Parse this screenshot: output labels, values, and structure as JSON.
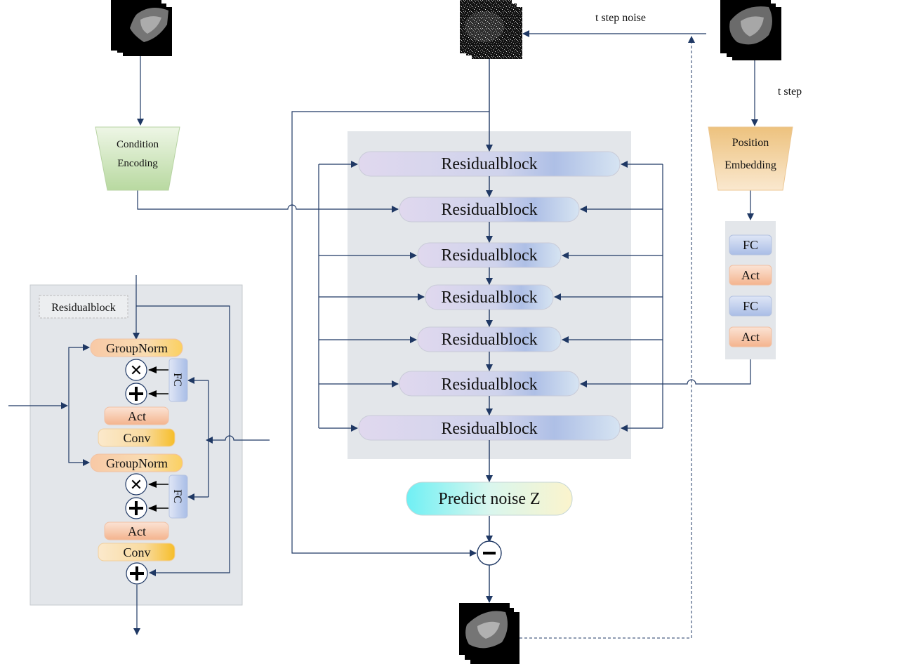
{
  "labels": {
    "t_step_noise": "t step noise",
    "t_step": "t step",
    "condition_line1": "Condition",
    "condition_line2": "Encoding",
    "position_line1": "Position",
    "position_line2": "Embedding",
    "predict": "Predict noise Z",
    "inset_title": "Residualblock"
  },
  "residual_blocks": [
    "Residualblock",
    "Residualblock",
    "Residualblock",
    "Residualblock",
    "Residualblock",
    "Residualblock",
    "Residualblock"
  ],
  "embed_stack": [
    "FC",
    "Act",
    "FC",
    "Act"
  ],
  "inset": {
    "groupnorm1": "GroupNorm",
    "act1": "Act",
    "conv1": "Conv",
    "groupnorm2": "GroupNorm",
    "act2": "Act",
    "conv2": "Conv",
    "fc1": "FC",
    "fc2": "FC"
  },
  "colors": {
    "arrow": "#1f3864",
    "panel": "#e3e6ea",
    "condition": "#c9e0b8",
    "position": "#f0c98a"
  }
}
